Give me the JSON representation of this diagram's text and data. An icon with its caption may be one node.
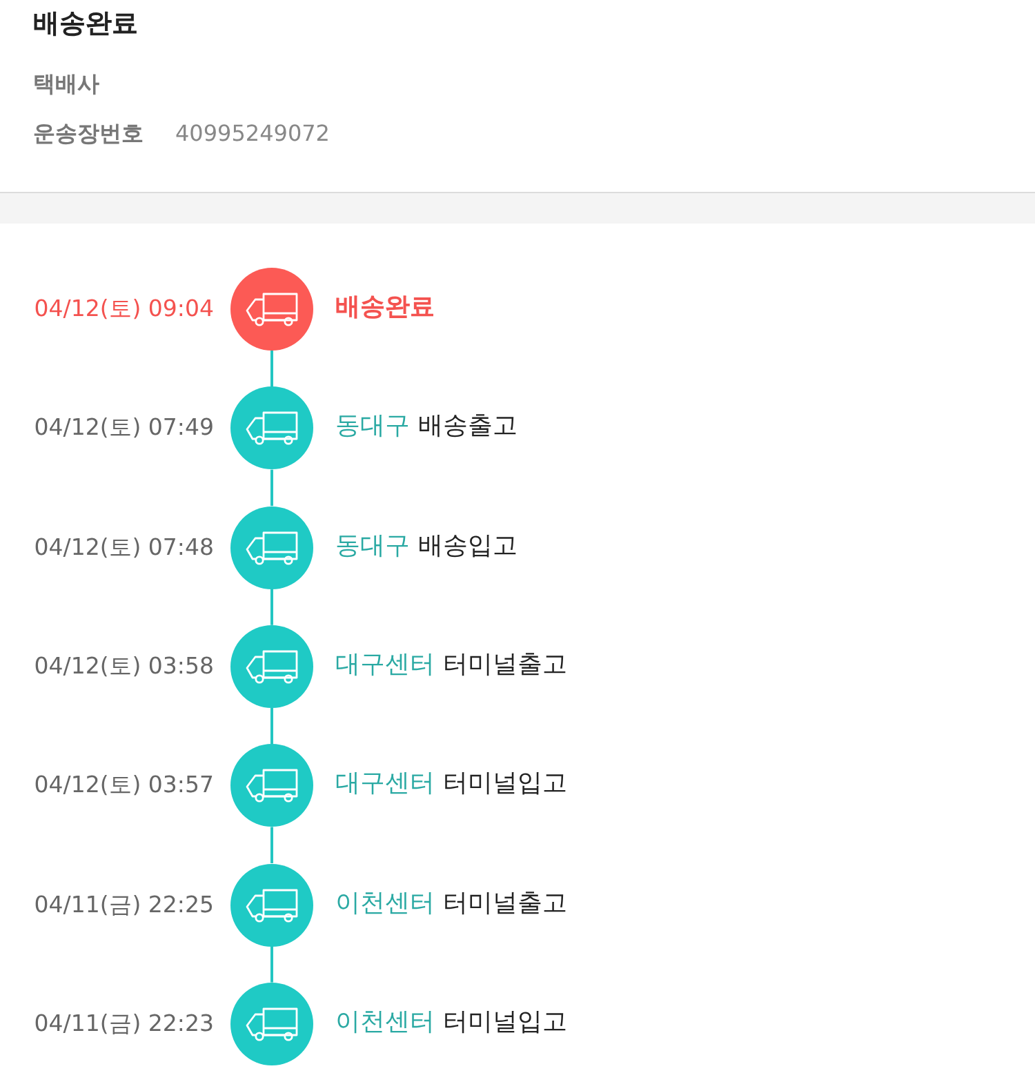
{
  "diagram": {
    "title": "배송완료",
    "labels": [
      "택배사",
      "운송장번호",
      "40995249072"
    ],
    "nodes": [
      {
        "text": [],
        "shape": "bar"
      },
      {
        "text": [],
        "shape": "circle",
        "beside": [
          "04/12(토) 09:04",
          "배송완료"
        ]
      },
      {
        "text": [],
        "shape": "circle",
        "beside": [
          "04/12(토) 07:49",
          "동대구",
          "배송출고"
        ]
      },
      {
        "text": [],
        "shape": "circle",
        "beside": [
          "04/12(토) 07:48",
          "동대구",
          "배송입고"
        ]
      },
      {
        "text": [],
        "shape": "circle",
        "beside": [
          "04/12(토) 03:58",
          "대구센터",
          "터미널출고"
        ]
      },
      {
        "text": [],
        "shape": "circle",
        "beside": [
          "04/12(토) 03:57",
          "대구센터",
          "터미널입고"
        ]
      },
      {
        "text": [],
        "shape": "circle",
        "beside": [
          "04/11(금) 22:25",
          "이천센터",
          "터미널출고"
        ]
      },
      {
        "text": [],
        "shape": "circle",
        "beside": [
          "04/11(금) 22:23",
          "이천센터",
          "터미널입고"
        ]
      }
    ],
    "edges": [
      {
        "from": 1,
        "to": 2,
        "arrow": "none"
      },
      {
        "from": 2,
        "to": 3,
        "arrow": "none"
      },
      {
        "from": 3,
        "to": 4,
        "arrow": "none"
      },
      {
        "from": 4,
        "to": 5,
        "arrow": "none"
      },
      {
        "from": 5,
        "to": 6,
        "arrow": "none"
      },
      {
        "from": 6,
        "to": 7,
        "arrow": "none"
      }
    ]
  }
}
